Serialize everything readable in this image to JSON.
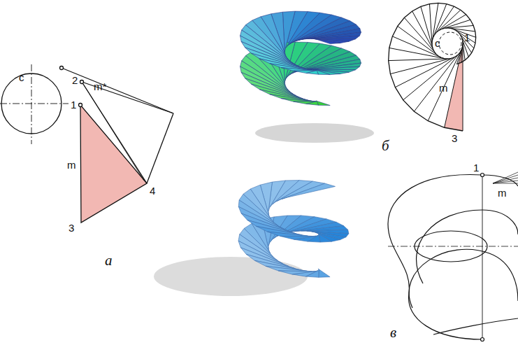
{
  "diagram": {
    "labels": [
      "c",
      "2",
      "1",
      "m*",
      "m",
      "4",
      "3",
      "а",
      "c",
      "1",
      "m",
      "3",
      "б",
      "1",
      "m",
      "в"
    ]
  }
}
